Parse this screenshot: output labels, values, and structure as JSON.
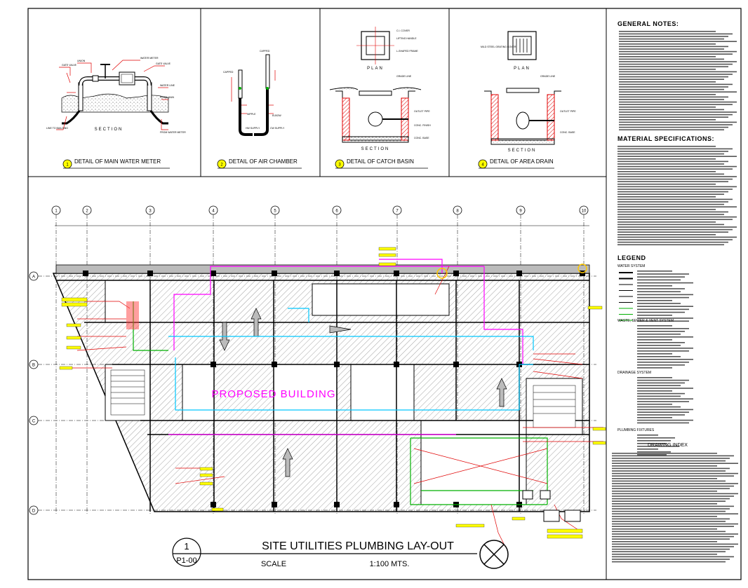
{
  "details": [
    {
      "number": "1",
      "title": "DETAIL OF MAIN WATER METER",
      "view_label": "SECTION"
    },
    {
      "number": "2",
      "title": "DETAIL OF AIR CHAMBER",
      "view_label": ""
    },
    {
      "number": "3",
      "title": "DETAIL OF CATCH BASIN",
      "view_label": "SECTION",
      "plan_label": "PLAN"
    },
    {
      "number": "4",
      "title": "DETAIL OF AREA DRAIN",
      "view_label": "SECTION",
      "plan_label": "PLAN"
    }
  ],
  "grid": {
    "columns": [
      "1",
      "2",
      "3",
      "4",
      "5",
      "6",
      "7",
      "8",
      "9",
      "10"
    ],
    "rows": [
      "A",
      "B",
      "C",
      "D"
    ]
  },
  "plan": {
    "building_label": "PROPOSED BUILDING",
    "drawing_number": "1",
    "sheet_code": "P1-00",
    "title": "SITE UTILITIES PLUMBING LAY-OUT",
    "scale_label": "SCALE",
    "scale_value": "1:100 MTS."
  },
  "notes": {
    "general_heading": "GENERAL NOTES:",
    "material_heading": "MATERIAL SPECIFICATIONS:",
    "legend_heading": "LEGEND",
    "water_heading": "WATER SYSTEM",
    "waste_heading": "WASTE, SEWER & VENT SYSTEM",
    "drainage_heading": "DRAINAGE SYSTEM",
    "fixtures_heading": "PLUMBING FIXTURES",
    "index_heading": "DRAWING INDEX"
  },
  "colors": {
    "water_line": "#00c8ff",
    "sewer_line": "#ff00ff",
    "vent_line": "#e00000",
    "drain_line": "#00b000",
    "tag": "#ffff00",
    "hatch": "#777777"
  }
}
